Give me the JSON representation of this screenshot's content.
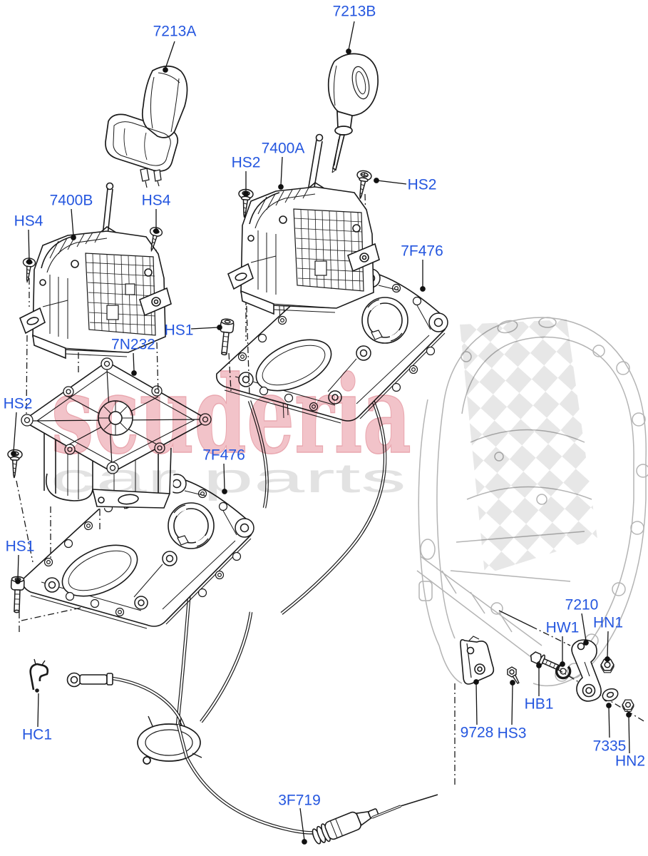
{
  "diagram_kind": "exploded-parts-diagram",
  "colors": {
    "label_blue": "#2456df",
    "line_black": "#1a1a1a",
    "faded_gray": "#b4b4b4",
    "watermark_red": "#f2c3c9",
    "watermark_gray": "#e2e2e2"
  },
  "watermark": {
    "brand": "scuderia",
    "tagline": "car  parts"
  },
  "labels": [
    {
      "id": "7213A",
      "text": "7213A"
    },
    {
      "id": "7213B",
      "text": "7213B"
    },
    {
      "id": "HS2-a",
      "text": "HS2"
    },
    {
      "id": "7400A",
      "text": "7400A"
    },
    {
      "id": "HS2-b",
      "text": "HS2"
    },
    {
      "id": "7400B",
      "text": "7400B"
    },
    {
      "id": "HS4-a",
      "text": "HS4"
    },
    {
      "id": "HS4-b",
      "text": "HS4"
    },
    {
      "id": "7F476-a",
      "text": "7F476"
    },
    {
      "id": "HS1-a",
      "text": "HS1"
    },
    {
      "id": "7N232",
      "text": "7N232"
    },
    {
      "id": "HS2-c",
      "text": "HS2"
    },
    {
      "id": "7F476-b",
      "text": "7F476"
    },
    {
      "id": "HS1-b",
      "text": "HS1"
    },
    {
      "id": "7210",
      "text": "7210"
    },
    {
      "id": "HW1",
      "text": "HW1"
    },
    {
      "id": "HN1",
      "text": "HN1"
    },
    {
      "id": "HB1",
      "text": "HB1"
    },
    {
      "id": "9728",
      "text": "9728"
    },
    {
      "id": "HS3",
      "text": "HS3"
    },
    {
      "id": "7335",
      "text": "7335"
    },
    {
      "id": "HN2",
      "text": "HN2"
    },
    {
      "id": "HC1",
      "text": "HC1"
    },
    {
      "id": "3F719",
      "text": "3F719"
    }
  ]
}
